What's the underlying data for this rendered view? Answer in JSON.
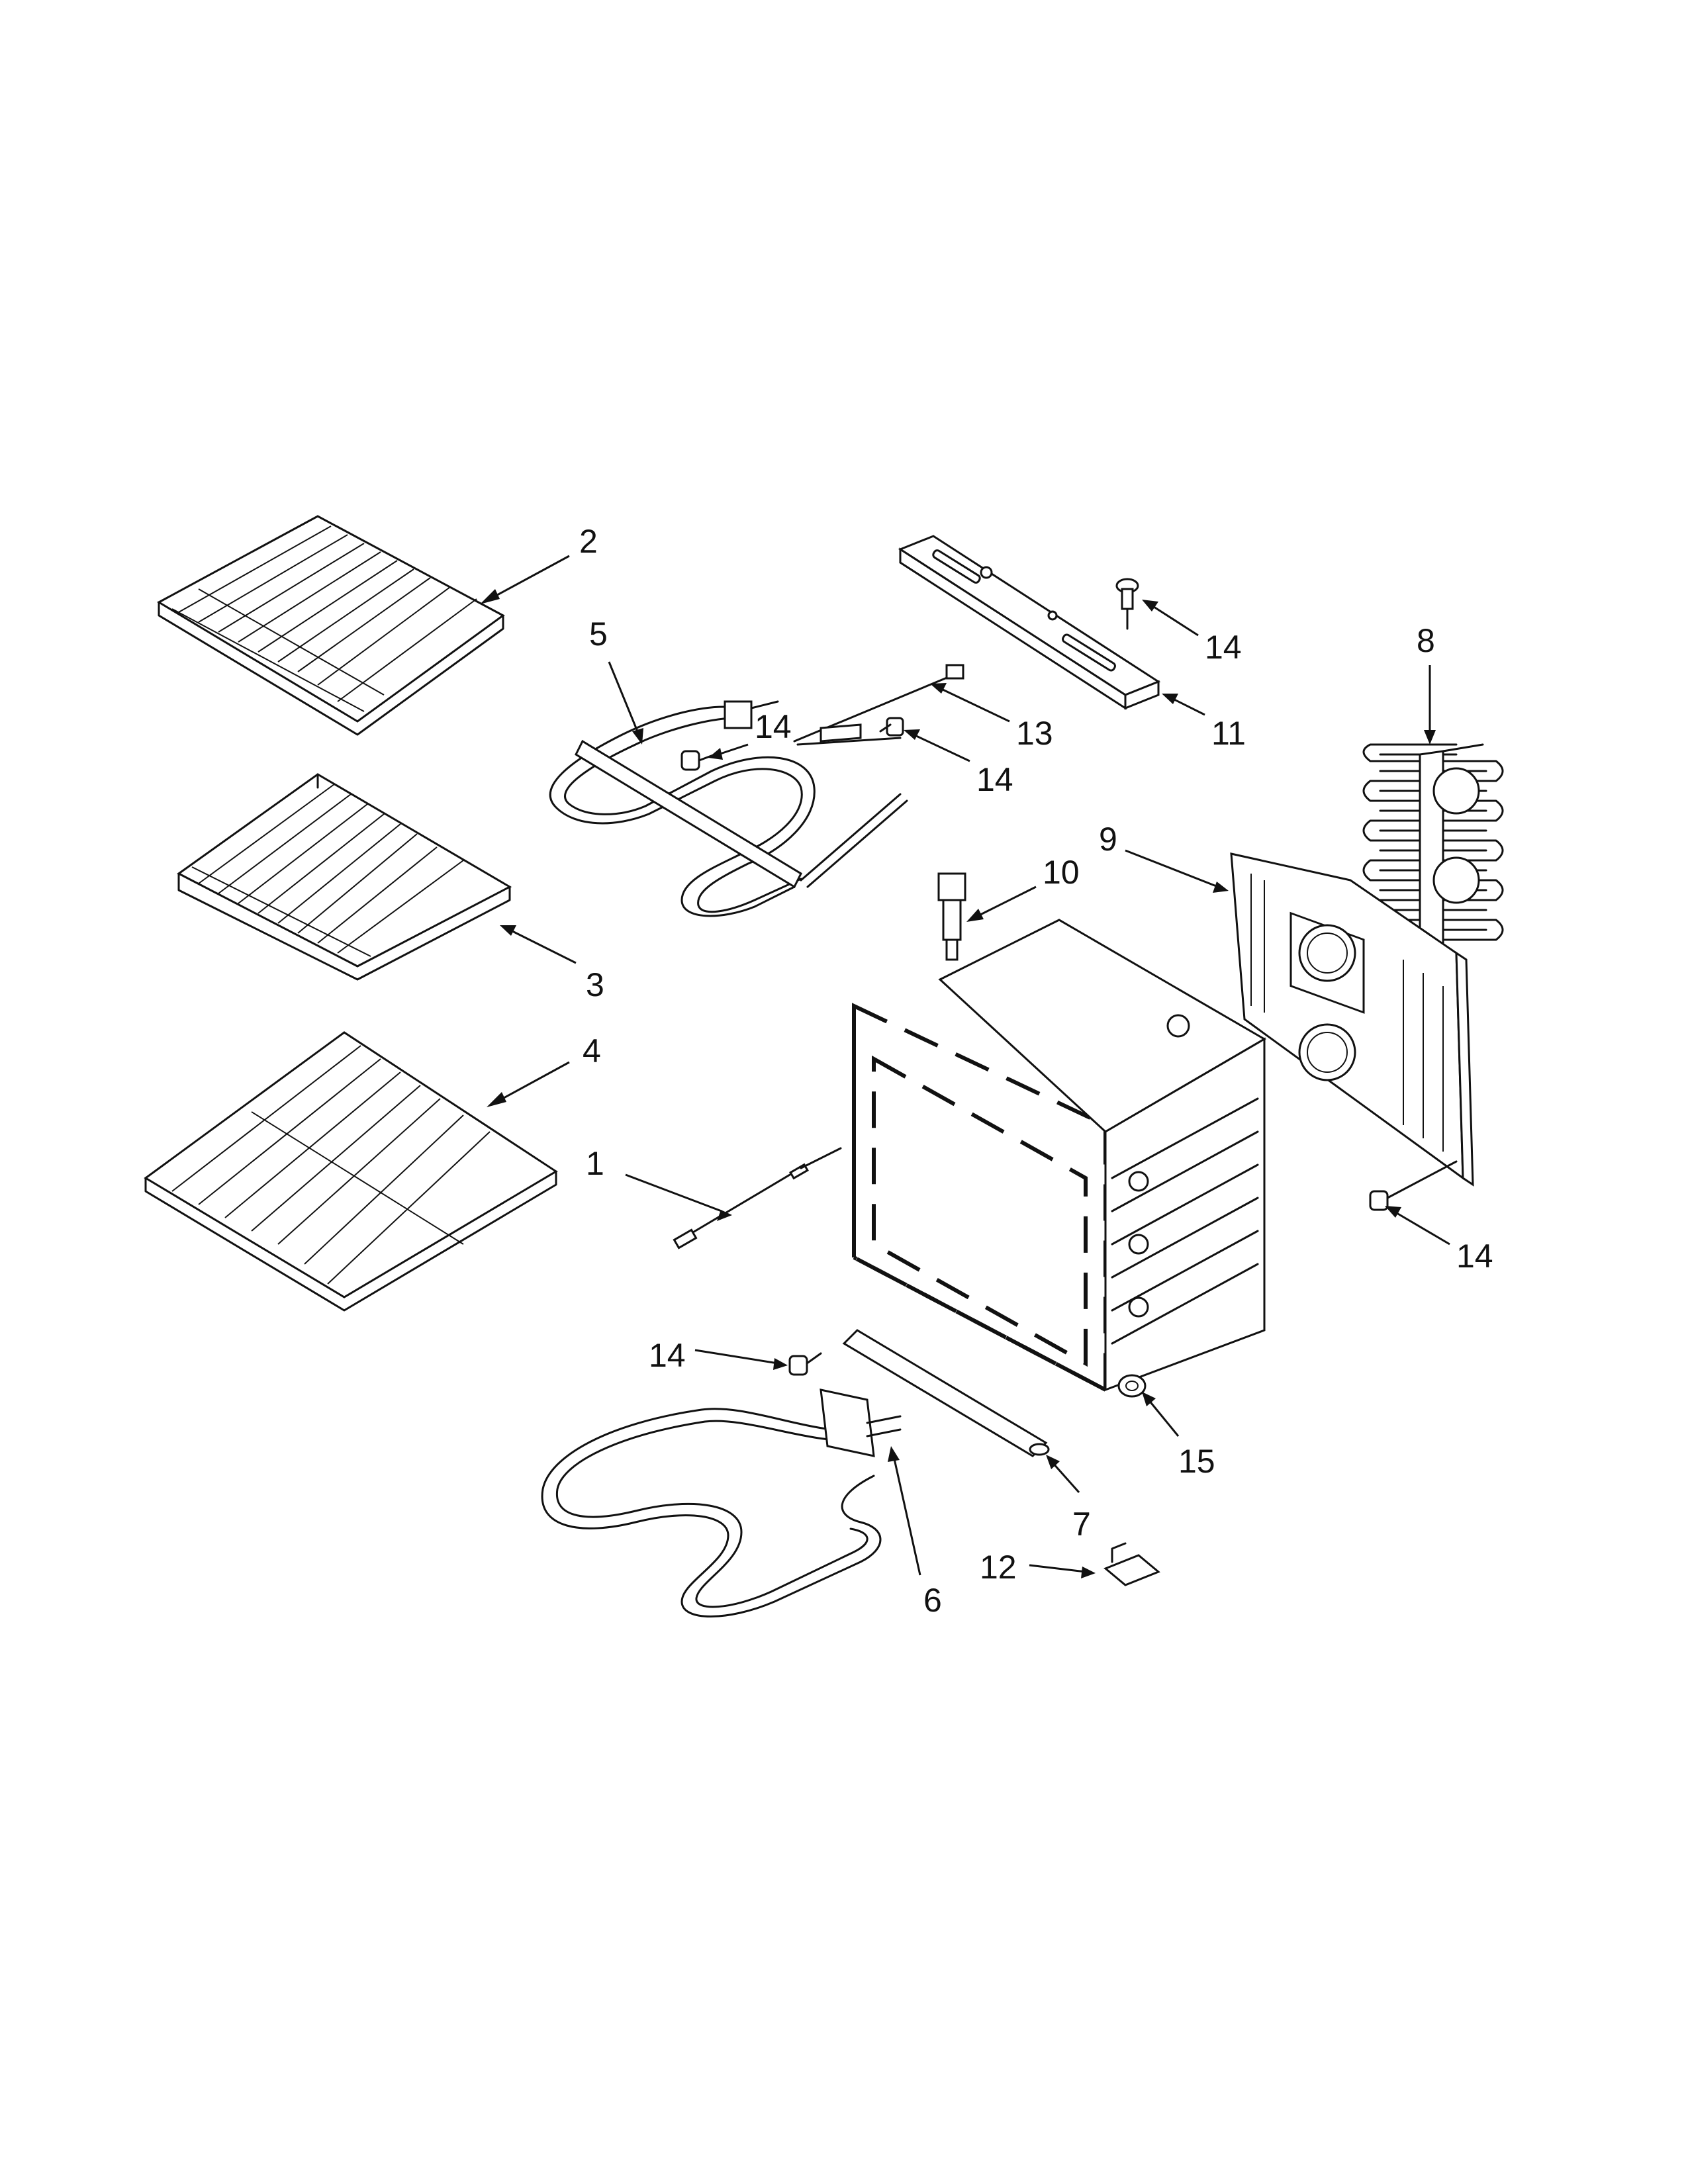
{
  "labels": {
    "l1": "1",
    "l2": "2",
    "l3": "3",
    "l4": "4",
    "l5": "5",
    "l6": "6",
    "l7": "7",
    "l8": "8",
    "l9": "9",
    "l10": "10",
    "l11": "11",
    "l12": "12",
    "l13": "13",
    "l14a": "14",
    "l14b": "14",
    "l14c": "14",
    "l14d": "14",
    "l14e": "14",
    "l15": "15"
  }
}
